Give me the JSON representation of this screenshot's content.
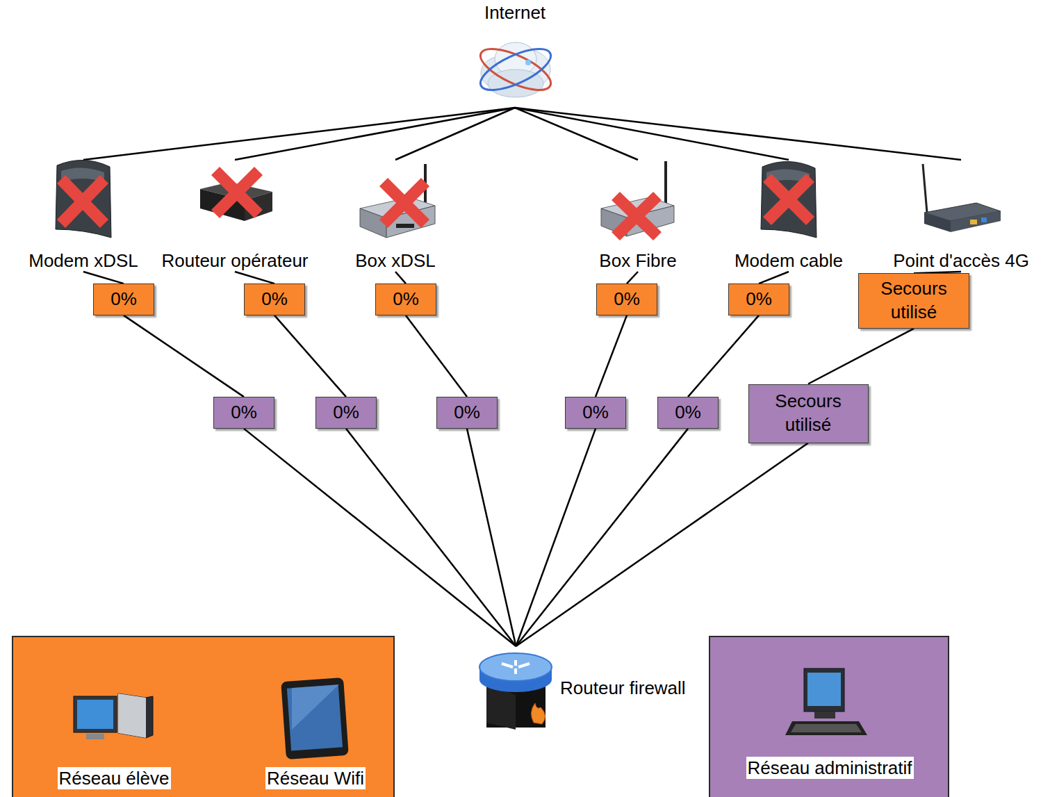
{
  "diagram": {
    "nodes": [
      {
        "text": [
          "Internet"
        ]
      },
      {
        "text": [
          "Modem xDSL"
        ]
      },
      {
        "text": [
          "Routeur opérateur"
        ]
      },
      {
        "text": [
          "Box xDSL"
        ]
      },
      {
        "text": [
          "Box Fibre"
        ]
      },
      {
        "text": [
          "Modem cable"
        ]
      },
      {
        "text": [
          "Point d'accès 4G"
        ]
      },
      {
        "text": [
          "0%"
        ]
      },
      {
        "text": [
          "0%"
        ]
      },
      {
        "text": [
          "0%"
        ]
      },
      {
        "text": [
          "0%"
        ]
      },
      {
        "text": [
          "0%"
        ]
      },
      {
        "text": [
          "Secours utilisé"
        ]
      },
      {
        "text": [
          "0%"
        ]
      },
      {
        "text": [
          "0%"
        ]
      },
      {
        "text": [
          "0%"
        ]
      },
      {
        "text": [
          "0%"
        ]
      },
      {
        "text": [
          "0%"
        ]
      },
      {
        "text": [
          "Secours utilisé"
        ]
      },
      {
        "text": [
          "Routeur firewall"
        ]
      },
      {
        "text": []
      },
      {
        "text": [
          "Réseau élève"
        ],
        "in": 20
      },
      {
        "text": [
          "Réseau Wifi"
        ],
        "in": 20
      },
      {
        "text": []
      },
      {
        "text": [
          "Réseau administratif"
        ],
        "in": 23
      }
    ],
    "edges": [
      {
        "from": 0,
        "to": 1,
        "arrow": "none"
      },
      {
        "from": 0,
        "to": 2,
        "arrow": "none"
      },
      {
        "from": 0,
        "to": 3,
        "arrow": "none"
      },
      {
        "from": 0,
        "to": 4,
        "arrow": "none"
      },
      {
        "from": 0,
        "to": 5,
        "arrow": "none"
      },
      {
        "from": 0,
        "to": 6,
        "arrow": "none"
      },
      {
        "from": 1,
        "to": 7,
        "arrow": "none"
      },
      {
        "from": 2,
        "to": 8,
        "arrow": "none"
      },
      {
        "from": 3,
        "to": 9,
        "arrow": "none"
      },
      {
        "from": 4,
        "to": 10,
        "arrow": "none"
      },
      {
        "from": 5,
        "to": 11,
        "arrow": "none"
      },
      {
        "from": 6,
        "to": 12,
        "arrow": "none"
      },
      {
        "from": 7,
        "to": 13,
        "arrow": "none"
      },
      {
        "from": 8,
        "to": 14,
        "arrow": "none"
      },
      {
        "from": 9,
        "to": 15,
        "arrow": "none"
      },
      {
        "from": 10,
        "to": 16,
        "arrow": "none"
      },
      {
        "from": 11,
        "to": 17,
        "arrow": "none"
      },
      {
        "from": 12,
        "to": 18,
        "arrow": "none"
      },
      {
        "from": 13,
        "to": 19,
        "arrow": "none"
      },
      {
        "from": 14,
        "to": 19,
        "arrow": "none"
      },
      {
        "from": 15,
        "to": 19,
        "arrow": "none"
      },
      {
        "from": 16,
        "to": 19,
        "arrow": "none"
      },
      {
        "from": 17,
        "to": 19,
        "arrow": "none"
      },
      {
        "from": 18,
        "to": 19,
        "arrow": "none"
      }
    ]
  }
}
